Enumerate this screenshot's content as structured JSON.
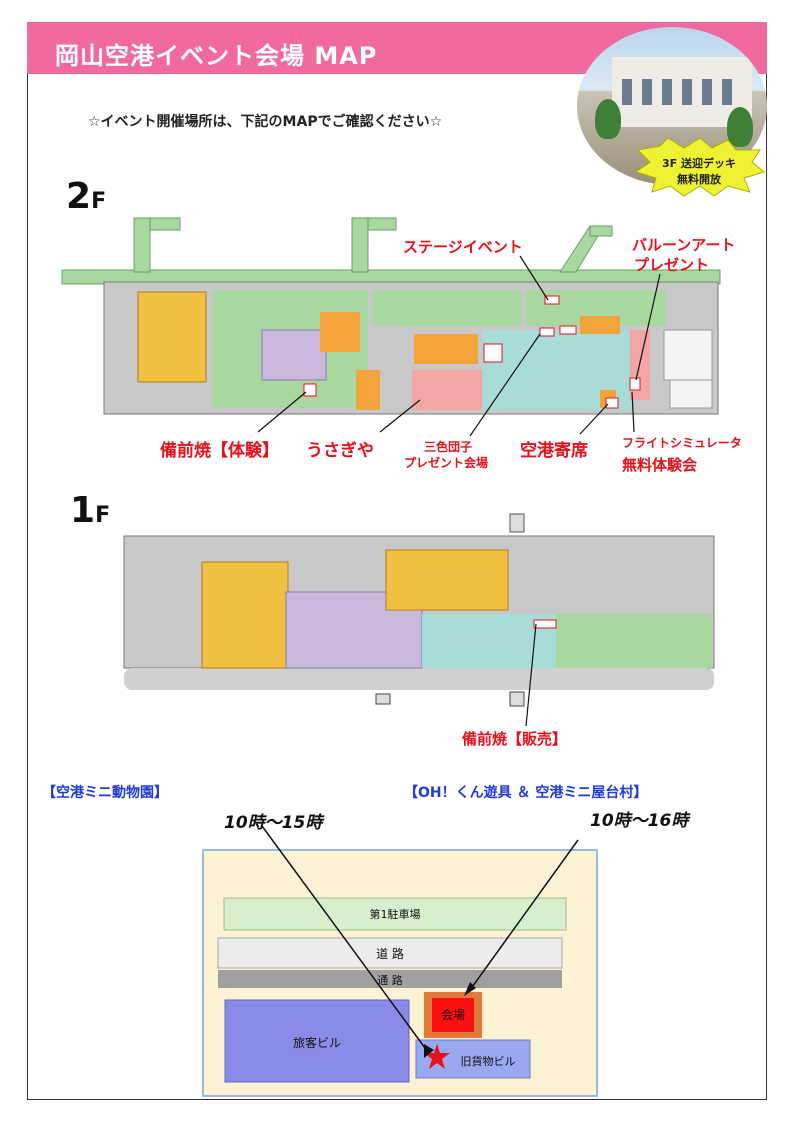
{
  "header": {
    "title": "岡山空港イベント会場 MAP"
  },
  "intro": "☆イベント開催場所は、下記のMAPでご確認ください☆",
  "badge": {
    "line1": "3F 送迎デッキ",
    "line2": "無料開放"
  },
  "floors": {
    "f2": "2",
    "f1": "1",
    "suffix": "F"
  },
  "events_2f": {
    "stage": "ステージイベント",
    "balloon_1": "バルーンアート",
    "balloon_2": "プレゼント",
    "bizen": "備前焼【体験】",
    "usagiya": "うさぎや",
    "dango_1": "三色団子",
    "dango_2": "プレゼント会場",
    "yose": "空港寄席",
    "sim_1": "フライトシミュレータ",
    "sim_2": "無料体験会"
  },
  "events_1f": {
    "bizen_sale": "備前焼【販売】"
  },
  "outdoor": {
    "zoo": "【空港ミニ動物園】",
    "zoo_time": "10時～15時",
    "toys": "【OH！くん遊具 ＆ 空港ミニ屋台村】",
    "toys_time": "10時～16時"
  },
  "site_map": {
    "parking": "第1駐車場",
    "road": "道 路",
    "passage": "通 路",
    "venue": "会場",
    "terminal": "旅客ビル",
    "cargo": "旧貨物ビル"
  },
  "colors": {
    "header": "#f06aa0",
    "event_red": "#e8101a",
    "outdoor_blue": "#1f3bd6",
    "green_zone": "#a8d8a0",
    "purple_zone": "#c9b8dc",
    "orange_zone": "#f2a43a",
    "cyan_zone": "#a8dcd8"
  }
}
